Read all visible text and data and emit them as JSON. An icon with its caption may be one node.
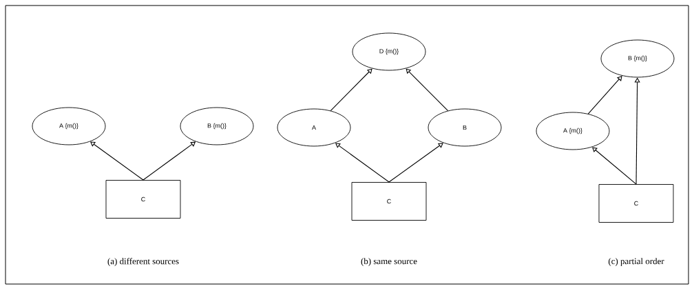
{
  "diagram": {
    "nodes": [
      {
        "text": [
          "A {m()}"
        ]
      },
      {
        "text": [
          "B {m()}"
        ]
      },
      {
        "text": [
          "C"
        ]
      },
      {
        "text": [
          "D {m()}"
        ]
      },
      {
        "text": [
          "A"
        ]
      },
      {
        "text": [
          "B"
        ]
      },
      {
        "text": [
          "C"
        ]
      },
      {
        "text": [
          "B {m()}"
        ]
      },
      {
        "text": [
          "A {m()}"
        ]
      },
      {
        "text": [
          "C"
        ]
      }
    ],
    "edges": [
      {
        "from": 2,
        "to": 0,
        "arrow": "to"
      },
      {
        "from": 2,
        "to": 1,
        "arrow": "to"
      },
      {
        "from": 4,
        "to": 3,
        "arrow": "to"
      },
      {
        "from": 5,
        "to": 3,
        "arrow": "to"
      },
      {
        "from": 6,
        "to": 4,
        "arrow": "to"
      },
      {
        "from": 6,
        "to": 5,
        "arrow": "to"
      },
      {
        "from": 8,
        "to": 7,
        "arrow": "to"
      },
      {
        "from": 9,
        "to": 8,
        "arrow": "to"
      },
      {
        "from": 9,
        "to": 7,
        "arrow": "to"
      }
    ],
    "labels": [
      "(a) different sources",
      "(b) same source",
      "(c) partial order"
    ]
  }
}
